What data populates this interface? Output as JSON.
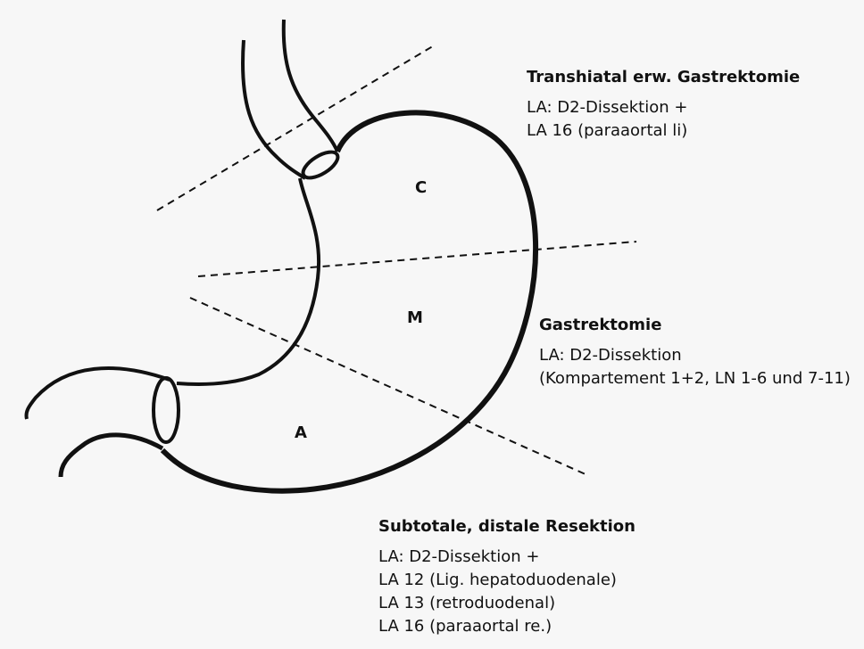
{
  "zones": {
    "c": "C",
    "m": "M",
    "a": "A"
  },
  "annotations": {
    "transhiatal": {
      "title": "Transhiatal erw. Gastrektomie",
      "lines": [
        "LA: D2-Dissektion +",
        "LA 16 (paraaortal li)"
      ]
    },
    "gastrektomie": {
      "title": "Gastrektomie",
      "lines": [
        "LA: D2-Dissektion",
        "(Kompartement 1+2, LN 1-6 und 7-11)"
      ]
    },
    "subtotal": {
      "title": "Subtotale, distale Resektion",
      "lines": [
        "LA: D2-Dissektion +",
        "LA 12 (Lig. hepatoduodenale)",
        "LA 13 (retroduodenal)",
        "LA 16 (paraaortal re.)"
      ]
    }
  }
}
